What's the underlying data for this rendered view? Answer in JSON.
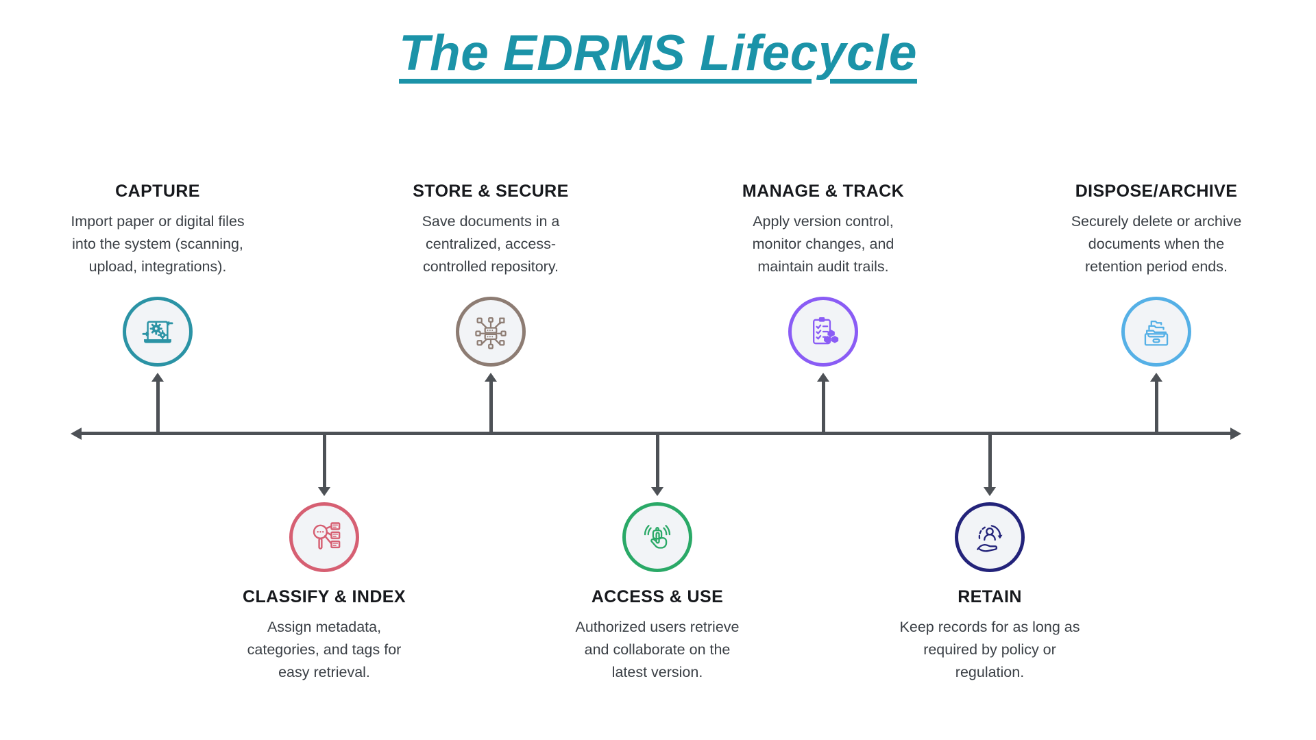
{
  "title": "The EDRMS Lifecycle",
  "colors": {
    "title": "#1b93a8",
    "timeline": "#4d5156",
    "heading_text": "#17191d",
    "body_text": "#3a3f45",
    "circle_fill": "#f2f4f7"
  },
  "timeline": {
    "left_arrow_icon": "arrow-left-icon",
    "right_arrow_icon": "arrow-right-icon"
  },
  "stages": [
    {
      "label": "CAPTURE",
      "position": "top",
      "color": "#2b93a5",
      "icon": "laptop-gears-icon",
      "lines": [
        "Import paper or digital files",
        "into the system (scanning,",
        "upload, integrations)."
      ]
    },
    {
      "label": "CLASSIFY & INDEX",
      "position": "bottom",
      "color": "#d65f72",
      "icon": "magnifier-index-icon",
      "lines": [
        "Assign metadata,",
        "categories, and tags for",
        "easy retrieval."
      ]
    },
    {
      "label": "STORE & SECURE",
      "position": "top",
      "color": "#8d7c73",
      "icon": "server-network-icon",
      "lines": [
        "Save documents in a",
        "centralized, access-",
        "controlled repository."
      ]
    },
    {
      "label": "ACCESS & USE",
      "position": "bottom",
      "color": "#2aa967",
      "icon": "tap-hand-icon",
      "lines": [
        "Authorized users retrieve",
        "and collaborate on the",
        "latest version."
      ]
    },
    {
      "label": "MANAGE & TRACK",
      "position": "top",
      "color": "#8a5cf5",
      "icon": "clipboard-cubes-icon",
      "lines": [
        "Apply version control,",
        "monitor changes, and",
        "maintain audit trails."
      ]
    },
    {
      "label": "RETAIN",
      "position": "bottom",
      "color": "#23237a",
      "icon": "hand-person-cycle-icon",
      "lines": [
        "Keep records for as long as",
        "required by policy or",
        "regulation."
      ]
    },
    {
      "label": "DISPOSE/ARCHIVE",
      "position": "top",
      "color": "#55b0e6",
      "icon": "archive-drawer-icon",
      "lines": [
        "Securely delete or archive",
        "documents when the",
        "retention period ends."
      ]
    }
  ]
}
